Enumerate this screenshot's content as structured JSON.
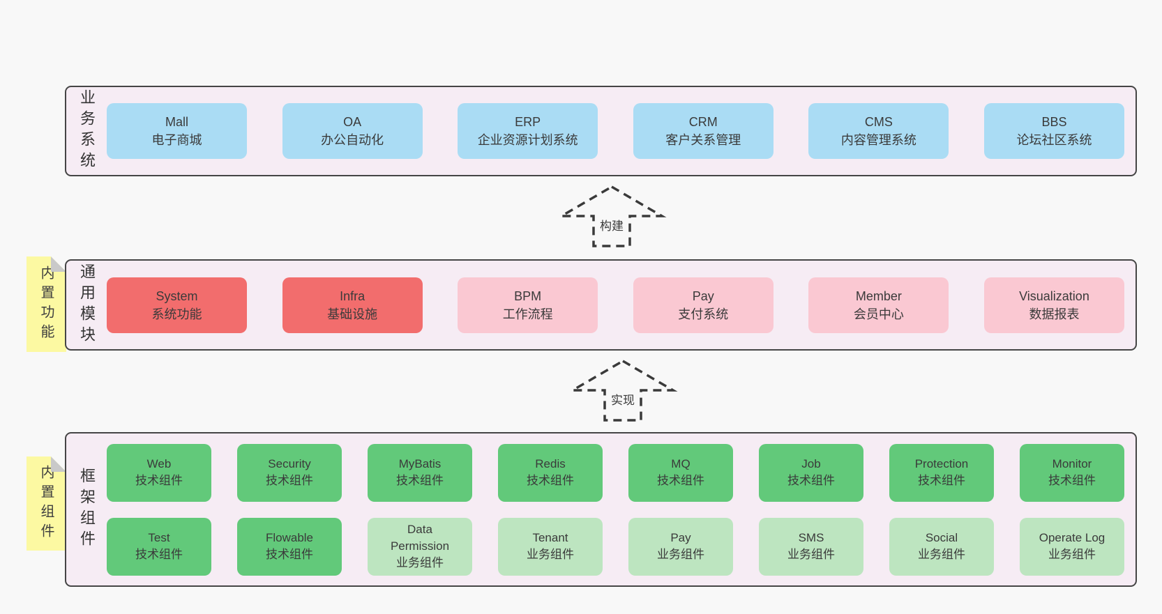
{
  "diagram": {
    "background": "#f8f8f8",
    "panel_background": "#f6ecf4",
    "panel_border_color": "#454545",
    "colors": {
      "blue": "#aadcf4",
      "red": "#f26d6d",
      "pink": "#fac8d2",
      "green": "#62c97a",
      "light_green": "#bde5c0",
      "sticky_yellow": "#fcf9a2",
      "fold_gray": "#c9c9c9"
    }
  },
  "arrows": {
    "build": "构建",
    "implement": "实现"
  },
  "business": {
    "label": "业务系统",
    "boxes": [
      {
        "name": "Mall",
        "desc": "电子商城"
      },
      {
        "name": "OA",
        "desc": "办公自动化"
      },
      {
        "name": "ERP",
        "desc": "企业资源计划系统"
      },
      {
        "name": "CRM",
        "desc": "客户关系管理"
      },
      {
        "name": "CMS",
        "desc": "内容管理系统"
      },
      {
        "name": "BBS",
        "desc": "论坛社区系统"
      }
    ]
  },
  "modules": {
    "label": "通用模块",
    "sticky": "内置功能",
    "boxes": [
      {
        "name": "System",
        "desc": "系统功能"
      },
      {
        "name": "Infra",
        "desc": "基础设施"
      },
      {
        "name": "BPM",
        "desc": "工作流程"
      },
      {
        "name": "Pay",
        "desc": "支付系统"
      },
      {
        "name": "Member",
        "desc": "会员中心"
      },
      {
        "name": "Visualization",
        "desc": "数据报表"
      }
    ]
  },
  "components": {
    "label": "框架组件",
    "sticky": "内置组件",
    "row1": [
      {
        "name": "Web",
        "desc": "技术组件"
      },
      {
        "name": "Security",
        "desc": "技术组件"
      },
      {
        "name": "MyBatis",
        "desc": "技术组件"
      },
      {
        "name": "Redis",
        "desc": "技术组件"
      },
      {
        "name": "MQ",
        "desc": "技术组件"
      },
      {
        "name": "Job",
        "desc": "技术组件"
      },
      {
        "name": "Protection",
        "desc": "技术组件"
      },
      {
        "name": "Monitor",
        "desc": "技术组件"
      }
    ],
    "row2": [
      {
        "name": "Test",
        "desc": "技术组件"
      },
      {
        "name": "Flowable",
        "desc": "技术组件"
      },
      {
        "name": "Data Permission",
        "desc": "业务组件"
      },
      {
        "name": "Tenant",
        "desc": "业务组件"
      },
      {
        "name": "Pay",
        "desc": "业务组件"
      },
      {
        "name": "SMS",
        "desc": "业务组件"
      },
      {
        "name": "Social",
        "desc": "业务组件"
      },
      {
        "name": "Operate Log",
        "desc": "业务组件"
      }
    ]
  }
}
